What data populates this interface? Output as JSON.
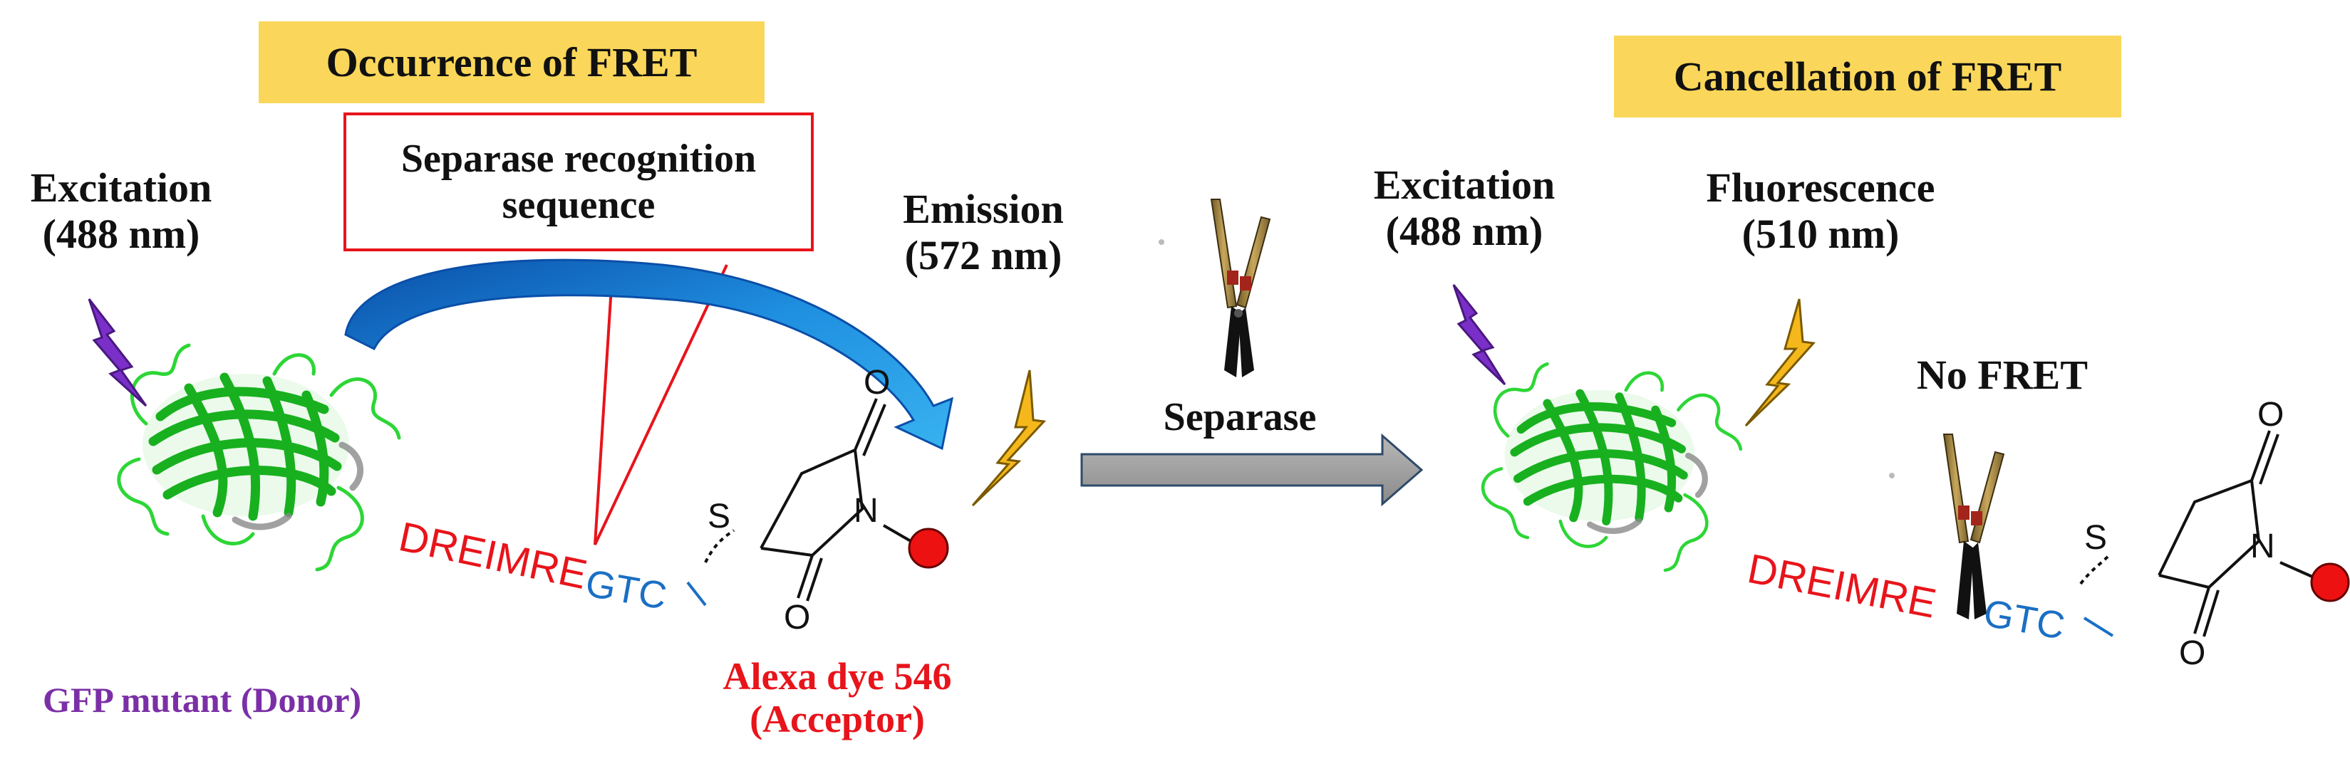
{
  "left_panel": {
    "title": "Occurrence of FRET",
    "callout": {
      "line1": "Separase recognition",
      "line2": "sequence"
    },
    "excitation": {
      "line1": "Excitation",
      "line2": "(488 nm)"
    },
    "emission": {
      "line1": "Emission",
      "line2": "(572 nm)"
    },
    "peptide": "DREIMRE",
    "linker": "GTC",
    "donor_label": "GFP mutant (Donor)",
    "acceptor": {
      "line1": "Alexa dye 546",
      "line2": "(Acceptor)"
    },
    "atoms": {
      "s": "S",
      "n": "N",
      "o_top": "O",
      "o_bottom": "O"
    }
  },
  "middle": {
    "enzyme_label": "Separase"
  },
  "right_panel": {
    "title": "Cancellation of FRET",
    "excitation": {
      "line1": "Excitation",
      "line2": "(488 nm)"
    },
    "fluorescence": {
      "line1": "Fluorescence",
      "line2": "(510 nm)"
    },
    "no_fret": "No FRET",
    "peptide": "DREIMRE",
    "linker": "GTC",
    "atoms": {
      "s": "S",
      "n": "N",
      "o_top": "O",
      "o_bottom": "O"
    }
  },
  "colors": {
    "title_box": "#fad75a",
    "callout_border": "#e8141b",
    "peptide": "#e8141b",
    "linker": "#1a6fc4",
    "donor_text": "#7b2fa6",
    "acceptor_text": "#e8141b",
    "gfp_green": "#22c22a",
    "lightning_yellow": "#f5b81c",
    "lightning_purple": "#7a2fc8",
    "fret_arrow_blue": "#1f8fe0",
    "separase_arrow": "#9a9a9a",
    "dye_red": "#ee1111"
  }
}
